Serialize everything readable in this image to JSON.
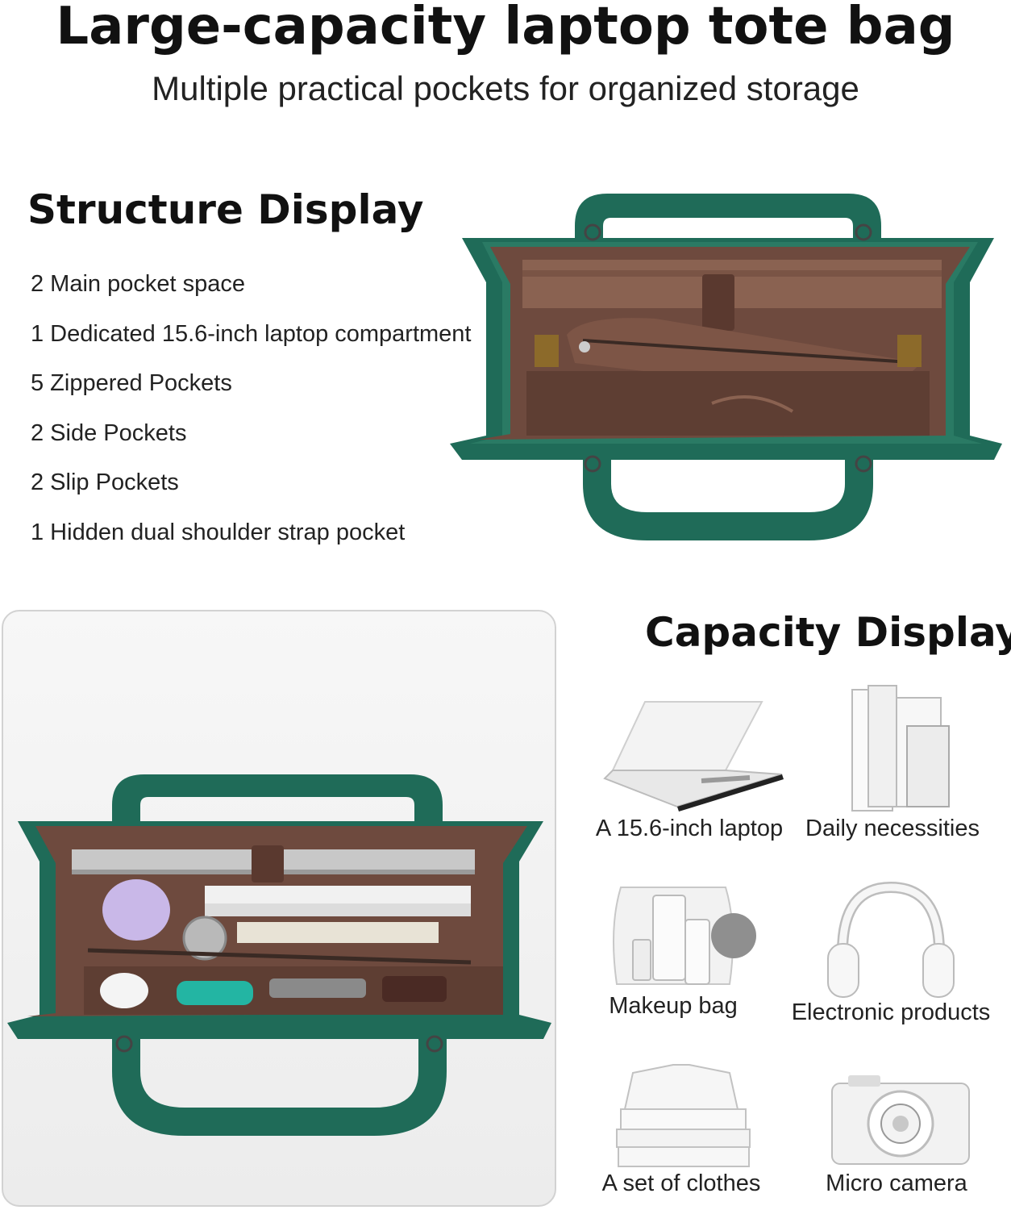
{
  "header": {
    "title": "Large-capacity laptop tote bag",
    "subtitle": "Multiple practical pockets for organized storage"
  },
  "structure": {
    "heading": "Structure Display",
    "features": [
      "2 Main pocket space",
      "1 Dedicated 15.6-inch laptop compartment",
      "5 Zippered Pockets",
      "2 Side Pockets",
      "2 Slip Pockets",
      "1 Hidden dual shoulder strap pocket"
    ]
  },
  "capacity": {
    "heading": "Capacity Display",
    "items": [
      {
        "label": "A 15.6-inch laptop",
        "icon": "laptop-icon"
      },
      {
        "label": "Daily necessities",
        "icon": "books-icon"
      },
      {
        "label": "Makeup bag",
        "icon": "makeup-bag-icon"
      },
      {
        "label": "Electronic products",
        "icon": "headphones-icon"
      },
      {
        "label": "A set of clothes",
        "icon": "clothes-icon"
      },
      {
        "label": "Micro camera",
        "icon": "camera-icon"
      }
    ]
  },
  "colors": {
    "bag_green": "#1f6b58",
    "lining_brown": "#6e4a3e",
    "text": "#111111"
  }
}
